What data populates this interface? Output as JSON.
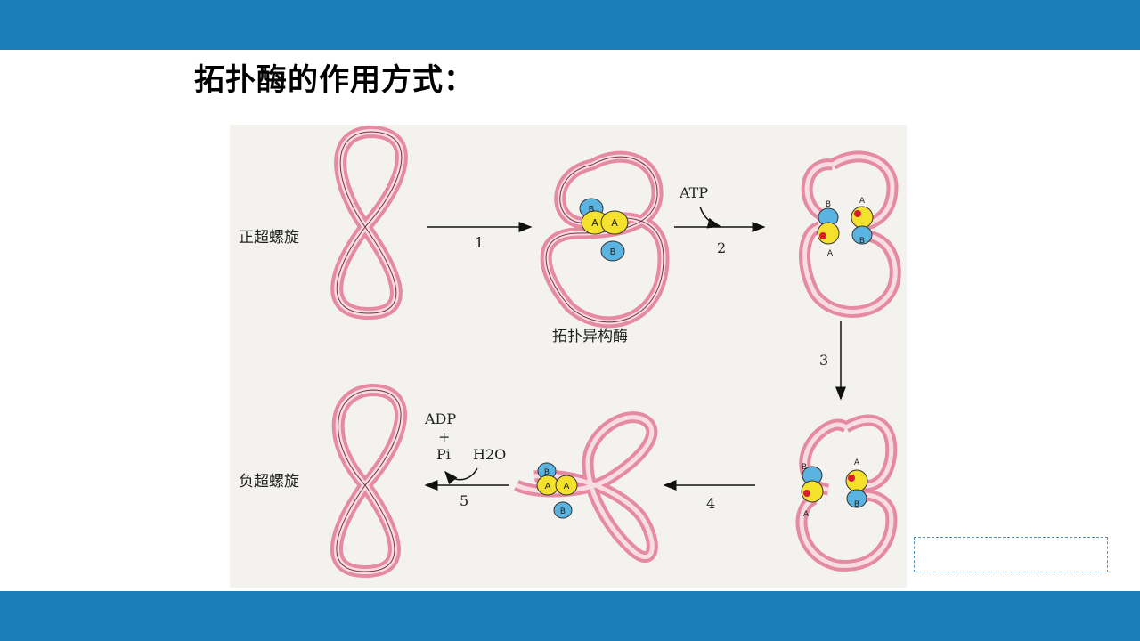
{
  "slide": {
    "title": "拓扑酶的作用方式："
  },
  "diagram": {
    "labels": {
      "positive_supercoil": "正超螺旋",
      "negative_supercoil": "负超螺旋",
      "enzyme": "拓扑异构酶",
      "atp": "ATP",
      "adp": "ADP",
      "plus": "+",
      "pi": "Pi",
      "h2o": "H2O"
    },
    "steps": [
      "1",
      "2",
      "3",
      "4",
      "5"
    ],
    "subunits": {
      "a": "A",
      "b": "B"
    },
    "colors": {
      "ribbon": "#e58aa0",
      "ribbon_inner": "#f7dde3",
      "subunit_a": "#f3e12c",
      "subunit_b": "#5ab3e0",
      "cut_site": "#d81e2c",
      "band": "#1a7db8"
    }
  }
}
